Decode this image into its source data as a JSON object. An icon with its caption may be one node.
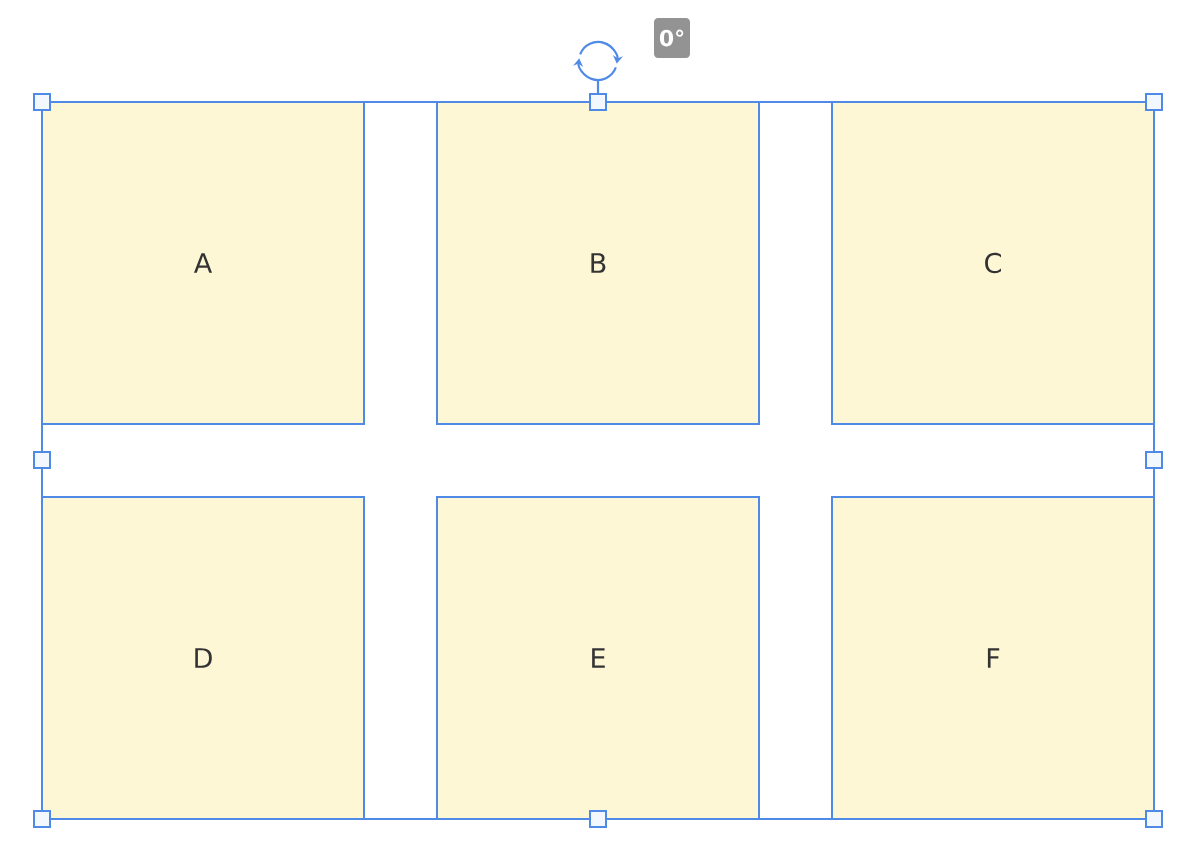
{
  "diagram": {
    "nodes": [
      {
        "text": [
          "A"
        ]
      },
      {
        "text": [
          "B"
        ]
      },
      {
        "text": [
          "C"
        ]
      },
      {
        "text": [
          "D"
        ]
      },
      {
        "text": [
          "E"
        ]
      },
      {
        "text": [
          "F"
        ]
      }
    ],
    "labels": [
      "0°"
    ]
  }
}
